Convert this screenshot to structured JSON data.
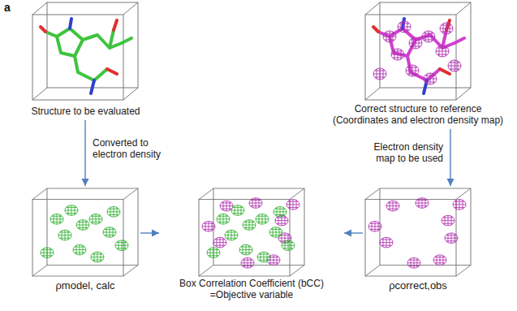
{
  "diagram": {
    "nodes": [
      {
        "text": [
          "Structure to be evaluated"
        ]
      },
      {
        "text": [
          "Correct structure to reference (Coordinates and electron density map)"
        ]
      },
      {
        "text": [
          "ρmodel, calc"
        ]
      },
      {
        "text": [
          "Box Correlation Coefficient (bCC) =Objective variable"
        ]
      },
      {
        "text": [
          "ρcorrect,obs"
        ]
      }
    ],
    "edges": [
      {
        "from": 0,
        "to": 2,
        "arrow": "to",
        "label": "Converted to electron density"
      },
      {
        "from": 1,
        "to": 4,
        "arrow": "to",
        "label": "Electron density map to be used"
      },
      {
        "from": 2,
        "to": 3,
        "arrow": "to"
      },
      {
        "from": 4,
        "to": 3,
        "arrow": "to"
      }
    ],
    "labels": [
      "a"
    ]
  }
}
